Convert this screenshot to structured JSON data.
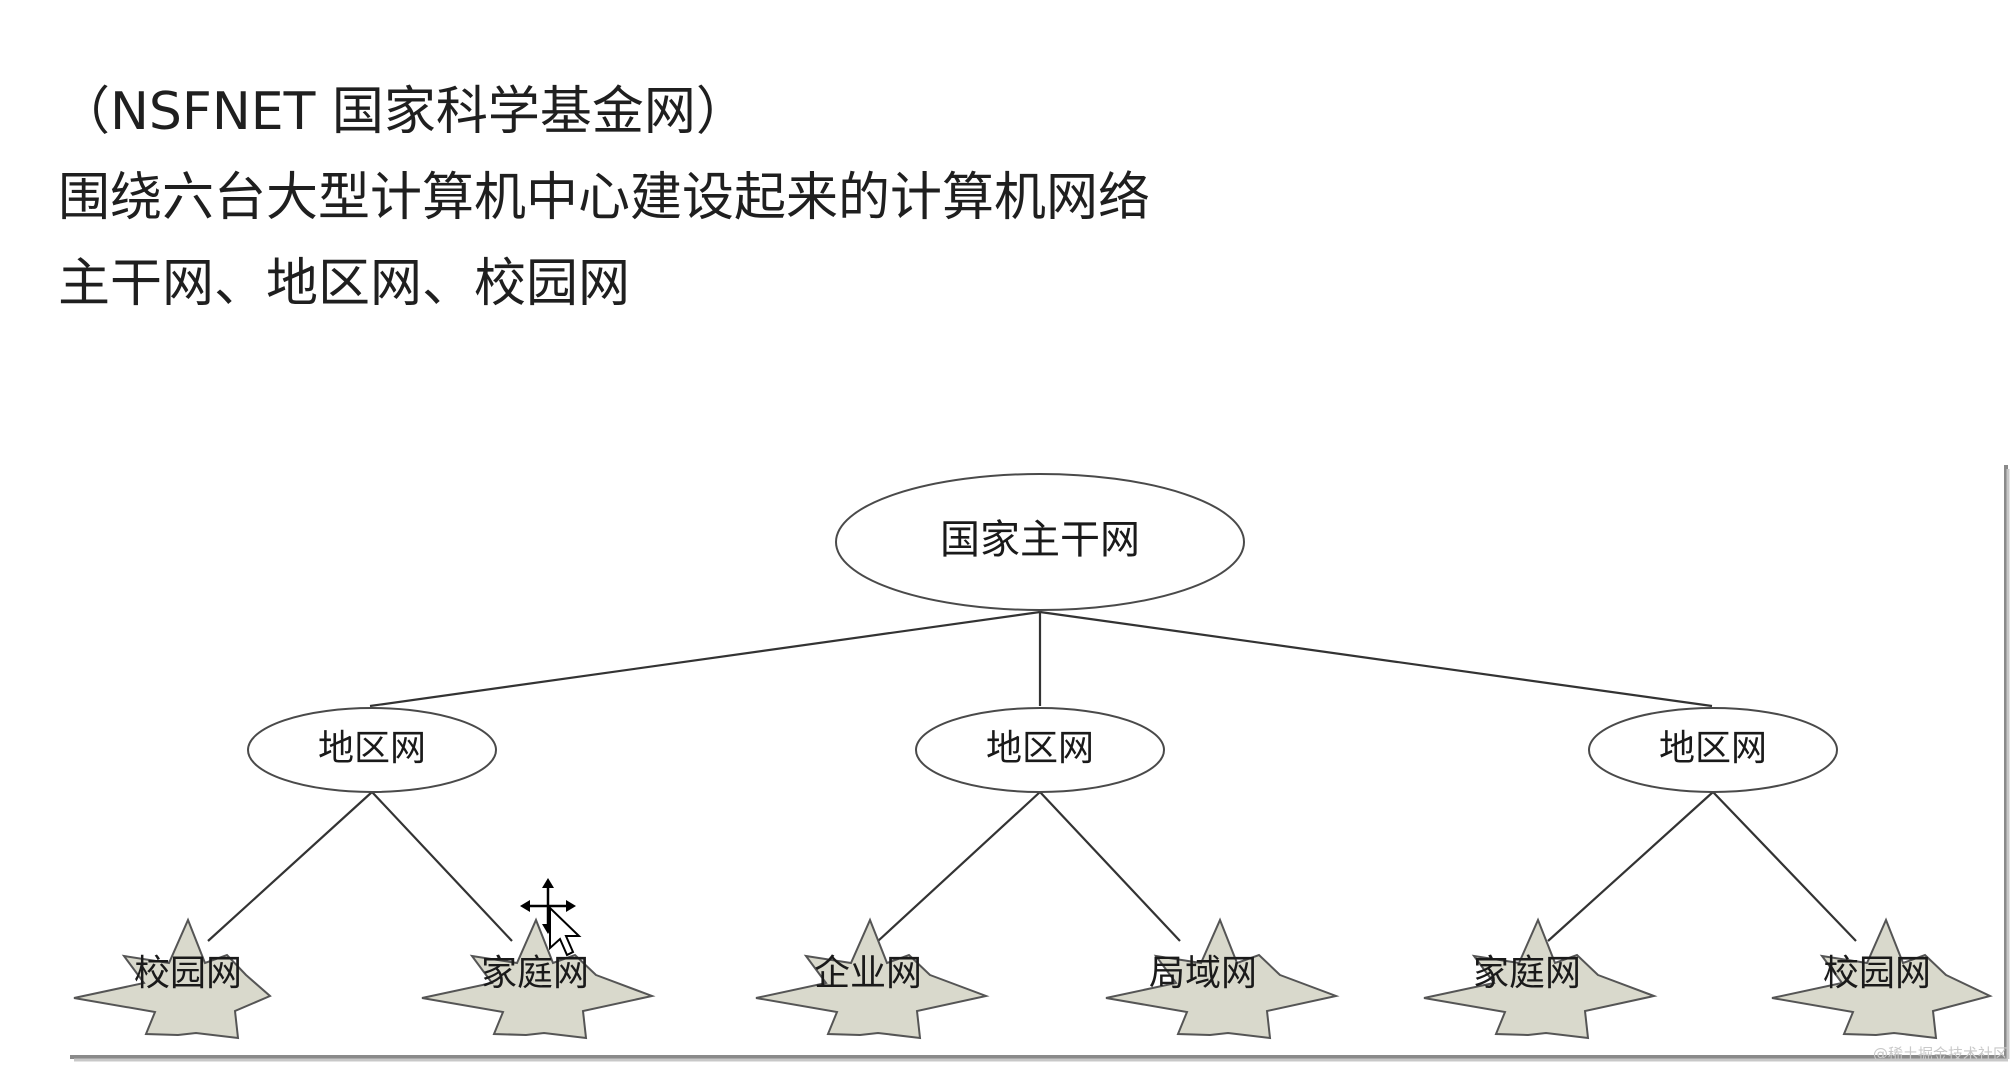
{
  "header": {
    "line1": "（NSFNET 国家科学基金网）",
    "line2": "围绕六台大型计算机中心建设起来的计算机网络",
    "line3": "主干网、地区网、校园网"
  },
  "diagram": {
    "root": {
      "label": "国家主干网"
    },
    "regions": [
      {
        "label": "地区网",
        "leaves": [
          {
            "label": "校园网"
          },
          {
            "label": "家庭网"
          }
        ]
      },
      {
        "label": "地区网",
        "leaves": [
          {
            "label": "企业网"
          },
          {
            "label": "局域网"
          }
        ]
      },
      {
        "label": "地区网",
        "leaves": [
          {
            "label": "家庭网"
          },
          {
            "label": "校园网"
          }
        ]
      }
    ]
  },
  "watermark": "@稀土掘金技术社区"
}
